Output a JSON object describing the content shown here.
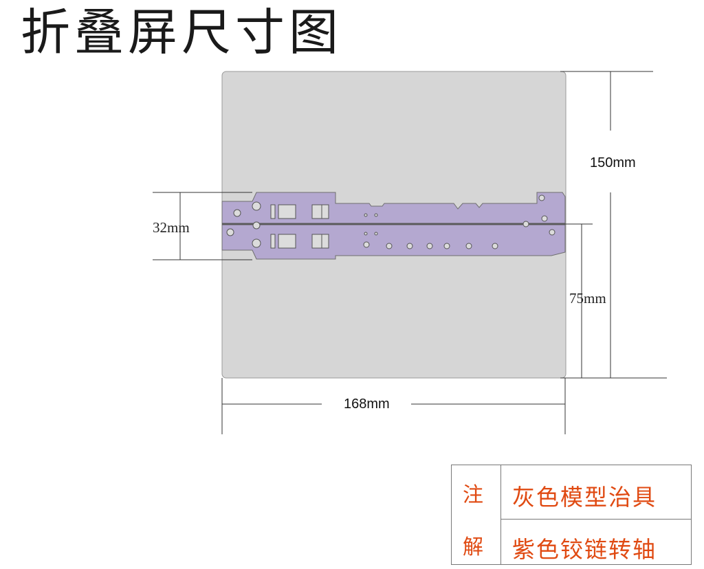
{
  "title": "折叠屏尺寸图",
  "dimensions": {
    "height": "150mm",
    "half_height": "75mm",
    "width": "168mm",
    "hinge_width": "32mm"
  },
  "legend": {
    "zhu": "注",
    "jie": "解",
    "gray_item": "灰色模型治具",
    "purple_item": "紫色铰链转轴"
  },
  "colors": {
    "gray_panel": "#d6d6d6",
    "purple_hinge": "#b4a8d0",
    "legend_text": "#e04a12"
  }
}
